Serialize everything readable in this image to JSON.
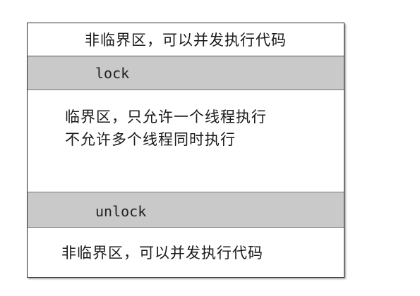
{
  "diagram": {
    "top_section": "非临界区，可以并发执行代码",
    "lock_label": "lock",
    "critical_section": {
      "line1": "临界区，只允许一个线程执行",
      "line2": "不允许多个线程同时执行"
    },
    "unlock_label": "unlock",
    "bottom_section": "非临界区，可以并发执行代码"
  }
}
